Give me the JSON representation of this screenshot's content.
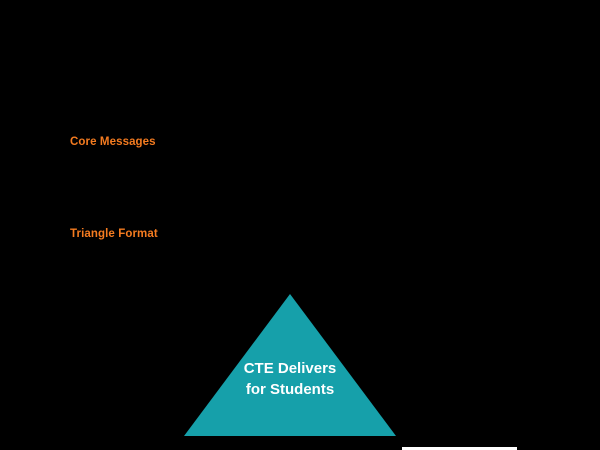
{
  "headings": {
    "core_messages": "Core Messages",
    "triangle_format": "Triangle Format"
  },
  "triangle": {
    "line1": "CTE Delivers",
    "line2": "for Students",
    "fill_color": "#16a0aa"
  },
  "colors": {
    "background": "#000000",
    "heading": "#f47b20",
    "label": "#ffffff"
  }
}
